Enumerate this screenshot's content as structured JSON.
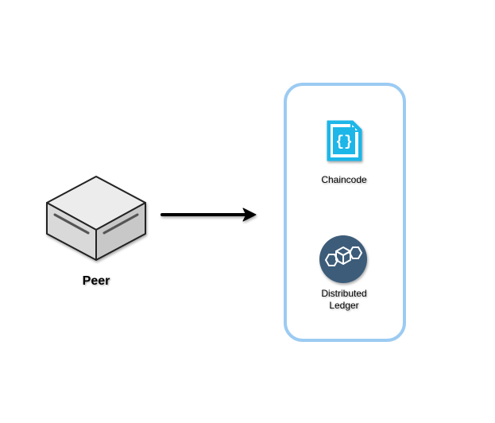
{
  "peer": {
    "label": "Peer"
  },
  "container": {
    "items": [
      {
        "label": "Chaincode",
        "icon": "chaincode-document-icon"
      },
      {
        "label_lines": [
          "Distributed",
          "Ledger"
        ],
        "icon": "distributed-ledger-icon"
      }
    ]
  },
  "colors": {
    "container_border": "#9ccbf2",
    "chaincode_icon": "#1fb6e8",
    "ledger_circle": "#3c5c79",
    "arrow": "#000000",
    "peer_box_top": "#ececec",
    "peer_box_side": "#cfcfcf"
  }
}
